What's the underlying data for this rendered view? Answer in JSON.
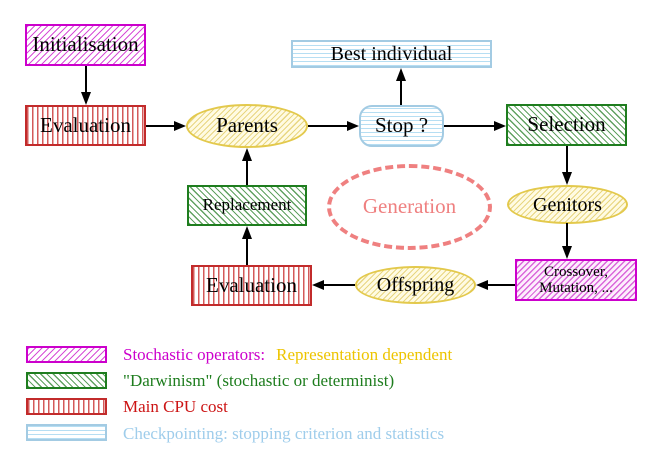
{
  "nodes": {
    "initialisation": "Initialisation",
    "evaluation_top": "Evaluation",
    "parents": "Parents",
    "best_individual": "Best individual",
    "stop": "Stop ?",
    "selection": "Selection",
    "replacement": "Replacement",
    "generation": "Generation",
    "genitors": "Genitors",
    "crossover_line1": "Crossover,",
    "crossover_line2": "Mutation, ...",
    "offspring": "Offspring",
    "evaluation_bottom": "Evaluation"
  },
  "legend": {
    "items": [
      {
        "swatch": "magenta-diagonal-hatch",
        "label": "Stochastic operators:",
        "label2": "Representation dependent",
        "label_color": "#cc00cc",
        "label2_color": "#edc400"
      },
      {
        "swatch": "green-diagonal-hatch",
        "label": "\"Darwinism\" (stochastic or determinist)",
        "label_color": "#1e7d1e"
      },
      {
        "swatch": "red-vertical-stripes",
        "label": "Main CPU cost",
        "label_color": "#cc1414"
      },
      {
        "swatch": "cyan-horizontal-stripes",
        "label": "Checkpointing: stopping criterion and statistics",
        "label_color": "#9fcdeb"
      }
    ]
  },
  "colors": {
    "stochastic_magenta": "#cc00cc",
    "darwinism_green": "#1e7d1e",
    "cpu_cost_red": "#c22b2b",
    "checkpoint_blue": "#a3cbe3",
    "yellow_ellipse_border": "#e3c94c",
    "yellow_ellipse_fill": "#fffbe3",
    "generation_salmon": "#ef8080",
    "representation_gold": "#edc400",
    "arrow_black": "#000000"
  }
}
